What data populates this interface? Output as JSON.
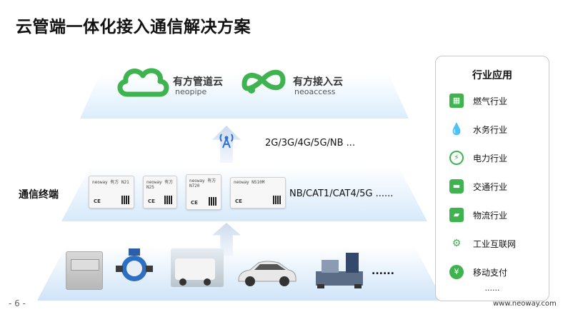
{
  "title": "云管端一体化接入通信解决方案",
  "clouds": [
    {
      "name": "有方管道云",
      "sub": "neopipe"
    },
    {
      "name": "有方接入云",
      "sub": "neoaccess"
    }
  ],
  "network_text": "2G/3G/4G/5G/NB  ...",
  "terminal_label": "通信终端",
  "modules": [
    {
      "brand": "neoway 有方  N21"
    },
    {
      "brand": "neoway 有方  N25"
    },
    {
      "brand": "neoway 有方  N720"
    },
    {
      "brand": "neoway  N510M"
    }
  ],
  "module_text": "NB/CAT1/CAT4/5G  ......",
  "bottom_dots": "......",
  "panel": {
    "title": "行业应用",
    "items": [
      {
        "label": "燃气行业",
        "icon": "gas-icon"
      },
      {
        "label": "水务行业",
        "icon": "water-drop-icon"
      },
      {
        "label": "电力行业",
        "icon": "lightning-icon"
      },
      {
        "label": "交通行业",
        "icon": "car-icon"
      },
      {
        "label": "物流行业",
        "icon": "truck-icon"
      },
      {
        "label": "工业互联网",
        "icon": "robot-arm-icon"
      },
      {
        "label": "移动支付",
        "icon": "yen-icon"
      }
    ],
    "dots": "......"
  },
  "page_number": "- 6 -",
  "website": "www.neoway.com",
  "colors": {
    "accent_green": "#3fb34f",
    "band_blue": "#d4e8fa"
  }
}
